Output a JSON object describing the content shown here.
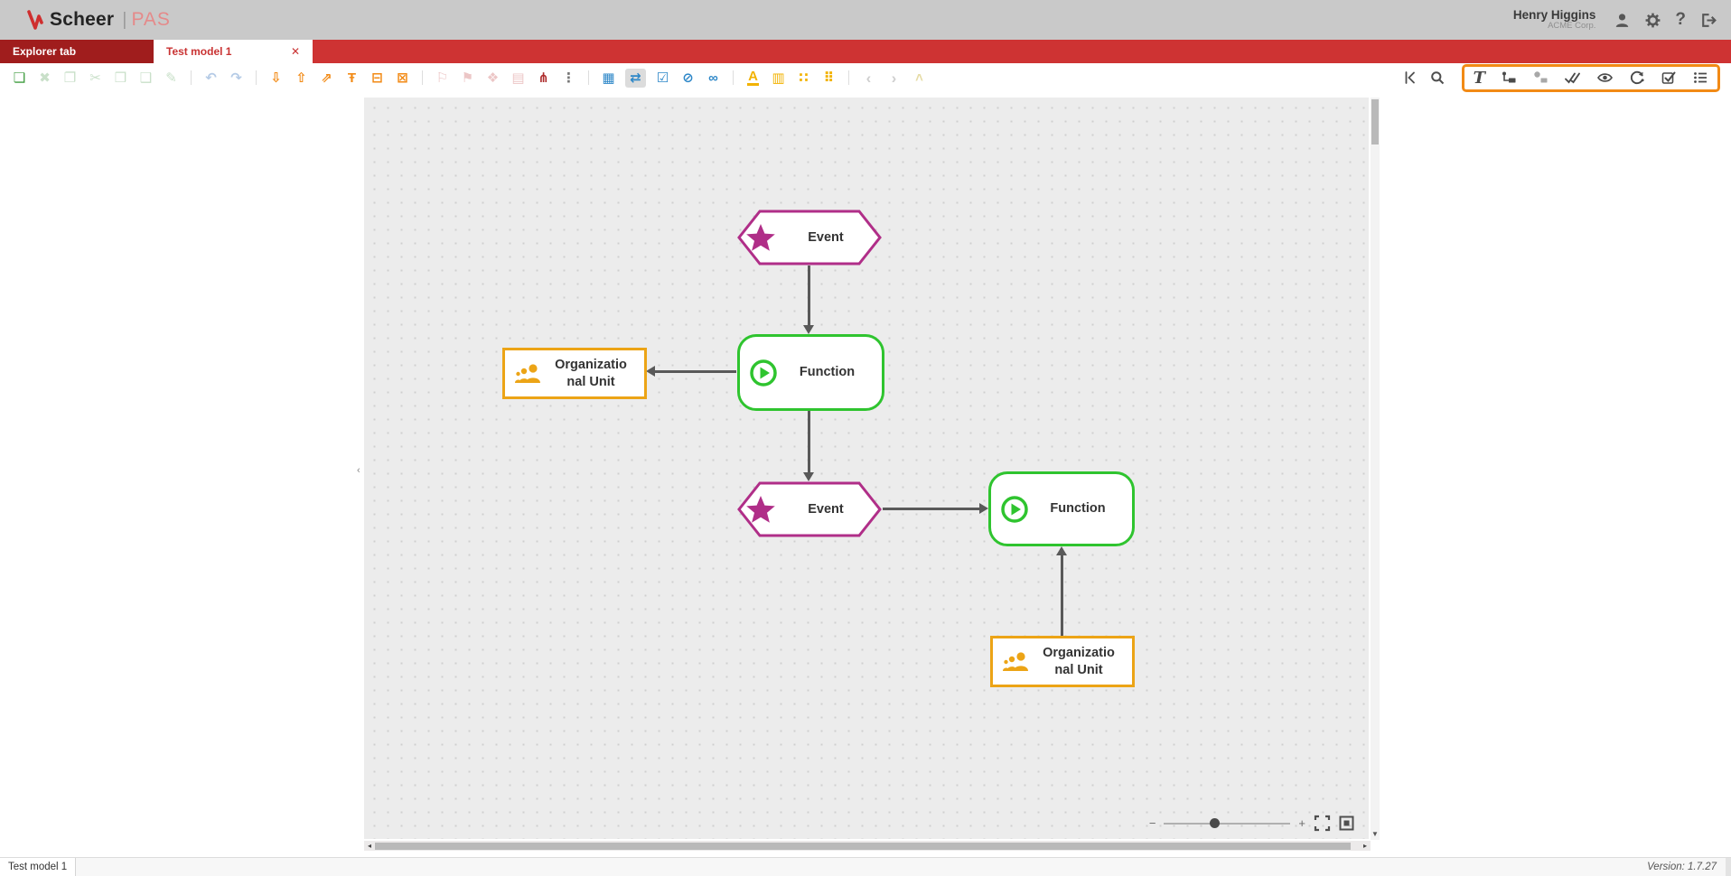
{
  "header": {
    "brand_name": "Scheer",
    "brand_divider": "|",
    "brand_product": "PAS",
    "user_name": "Henry Higgins",
    "user_company": "ACME Corp.",
    "help_label": "?"
  },
  "tabs": {
    "explorer_label": "Explorer tab",
    "model_label": "Test model 1",
    "close_glyph": "✕"
  },
  "toolbar": {
    "new": "❏",
    "delete": "✖",
    "copy": "❐",
    "cut": "✂",
    "paste": "❒",
    "paste_special": "❑",
    "edit": "✎",
    "undo": "↶",
    "redo": "↷",
    "export_download": "⇩",
    "export_upload": "⇧",
    "export_open": "⇗",
    "pin": "Ŧ",
    "print": "⊟",
    "report": "⊠",
    "flag1": "⚐",
    "flag2": "⚑",
    "group": "❖",
    "layout": "▤",
    "hierarchy": "⋔",
    "more": "⋮",
    "grid": "▦",
    "align": "⇄",
    "checkbox": "☑",
    "hide": "⊘",
    "toggle": "∞",
    "font_color": "A",
    "image": "▥",
    "dots_small": "∷",
    "dots_large": "⠿",
    "prev": "‹",
    "next": "›",
    "up": "˄"
  },
  "right_toolbar": {
    "text_tool": "T"
  },
  "canvas": {
    "nodes": {
      "event1": {
        "type": "Event",
        "label": "Event"
      },
      "function1": {
        "type": "Function",
        "label": "Function"
      },
      "org1": {
        "type": "Organizational Unit",
        "label": "Organizational Unit"
      },
      "event2": {
        "type": "Event",
        "label": "Event"
      },
      "function2": {
        "type": "Function",
        "label": "Function"
      },
      "org2": {
        "type": "Organizational Unit",
        "label": "Organizational Unit"
      }
    }
  },
  "zoom": {
    "minus": "−",
    "plus": "+"
  },
  "scroll": {
    "left_arrow": "◂",
    "right_arrow": "▸",
    "down_arrow": "▼",
    "edge_left": "‹",
    "edge_right": "›"
  },
  "statusbar": {
    "model_name": "Test model 1",
    "version_text": "Version: 1.7.27"
  },
  "colors": {
    "header_bg": "#c9c9c9",
    "tab_bar": "#ce3333",
    "tab_inactive": "#a01d1d",
    "highlight_box": "#f28a15",
    "event": "#b02e88",
    "function": "#2fc42f",
    "org_unit": "#eca416",
    "arrow": "#595959"
  }
}
